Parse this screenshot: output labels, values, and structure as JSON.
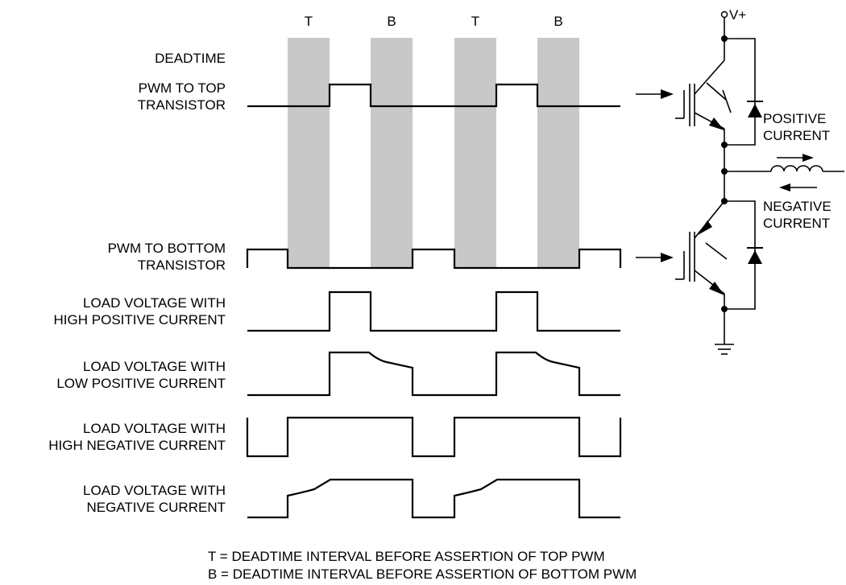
{
  "deadtime_markers": [
    "T",
    "B",
    "T",
    "B"
  ],
  "signal_labels": {
    "deadtime": [
      "DEADTIME"
    ],
    "pwm_top": [
      "PWM TO TOP",
      "TRANSISTOR"
    ],
    "pwm_bottom": [
      "PWM TO BOTTOM",
      "TRANSISTOR"
    ],
    "load_high_pos": [
      "LOAD VOLTAGE WITH",
      "HIGH POSITIVE CURRENT"
    ],
    "load_low_pos": [
      "LOAD VOLTAGE WITH",
      "LOW POSITIVE CURRENT"
    ],
    "load_high_neg": [
      "LOAD VOLTAGE WITH",
      "HIGH NEGATIVE CURRENT"
    ],
    "load_neg": [
      "LOAD VOLTAGE WITH",
      "NEGATIVE CURRENT"
    ]
  },
  "circuit": {
    "supply": "V+",
    "positive_current": [
      "POSITIVE",
      "CURRENT"
    ],
    "negative_current": [
      "NEGATIVE",
      "CURRENT"
    ]
  },
  "legend": [
    "T = DEADTIME INTERVAL BEFORE ASSERTION OF TOP PWM",
    "B = DEADTIME INTERVAL BEFORE ASSERTION OF BOTTOM PWM"
  ],
  "colors": {
    "deadtime_band": "#c8c8c8",
    "ink": "#000000"
  }
}
